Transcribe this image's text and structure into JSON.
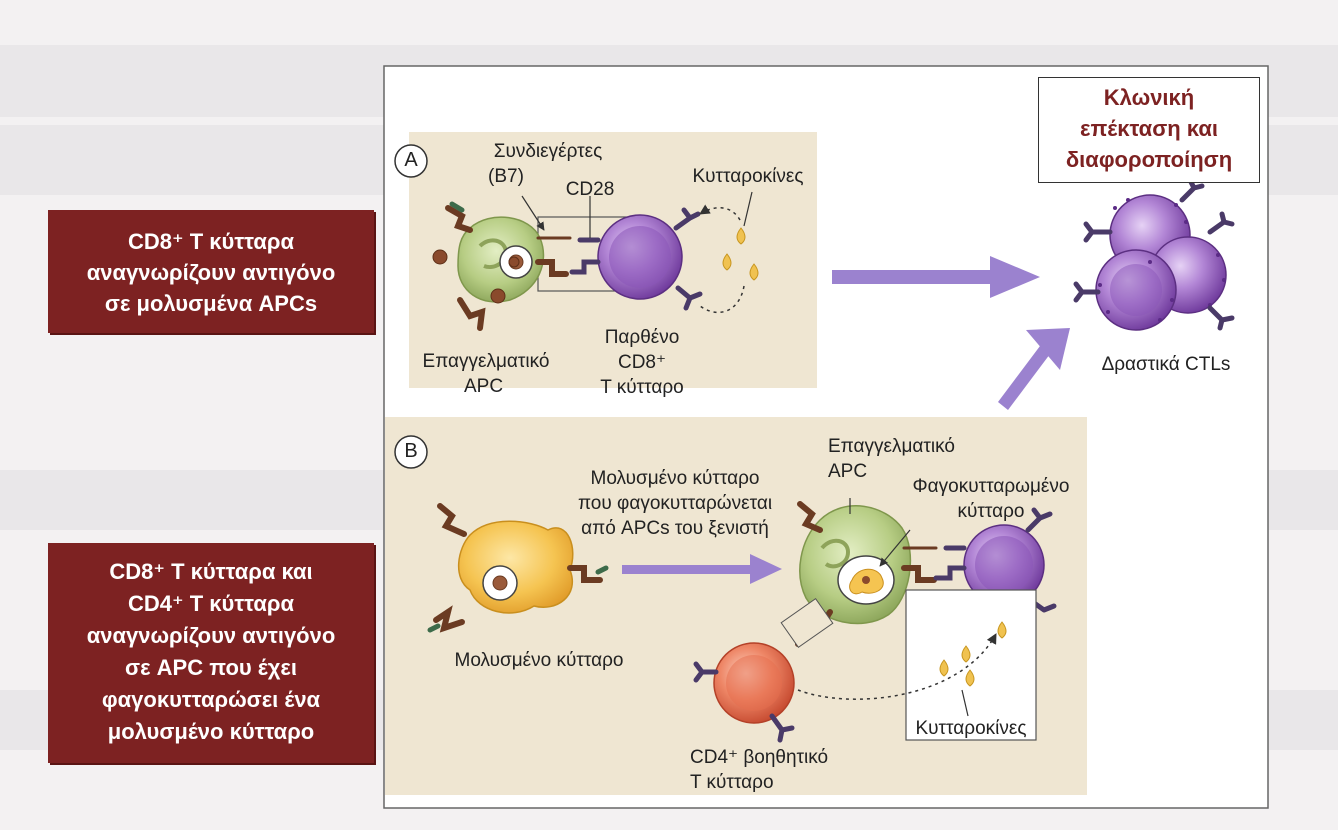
{
  "side_boxes": {
    "top": [
      "CD8⁺ Τ κύτταρα",
      "αναγνωρίζουν αντιγόνο",
      "σε μολυσμένα APCs"
    ],
    "bottom": [
      "CD8⁺ Τ κύτταρα  και",
      "CD4⁺ Τ κύτταρα",
      "αναγνωρίζουν αντιγόνο",
      "σε APC που έχει",
      "φαγοκυτταρώσει ένα",
      "μολυσμένο κύτταρο"
    ]
  },
  "result_box": [
    "Κλωνική",
    "επέκταση και",
    "διαφοροποίηση"
  ],
  "panel_a": {
    "marker": "A",
    "costimulators": [
      "Συνδιεγέρτες",
      "(B7)"
    ],
    "cd28": "CD28",
    "cytokines": "Κυτταροκίνες",
    "apc": [
      "Επαγγελματικό",
      "APC"
    ],
    "naive_cell": [
      "Παρθένο",
      "CD8⁺",
      "Τ κύτταρο"
    ]
  },
  "panel_b": {
    "marker": "B",
    "infected_cell": "Μολυσμένο κύτταρο",
    "phagocytosed_by": [
      "Μολυσμένο κύτταρο",
      "που φαγοκυτταρώνεται",
      "από APCs του ξενιστή"
    ],
    "apc": [
      "Επαγγελματικό",
      "APC"
    ],
    "phagocytosed_cell": [
      "Φαγοκυτταρωμένο",
      "κύτταρο"
    ],
    "cd4_cell": [
      "CD4⁺ βοηθητικό",
      "Τ κύτταρο"
    ],
    "cytokines": "Κυτταροκίνες"
  },
  "effector": "Δραστικά CTLs",
  "colors": {
    "maroon": "#7d2222",
    "panel": "#efe6d2",
    "apc_green": "#b7cd84",
    "tcell_purple": "#a070c8",
    "infected_yellow": "#f2c04e",
    "cd4_orange": "#e8745a",
    "arrow_violet": "#9b82cf"
  }
}
